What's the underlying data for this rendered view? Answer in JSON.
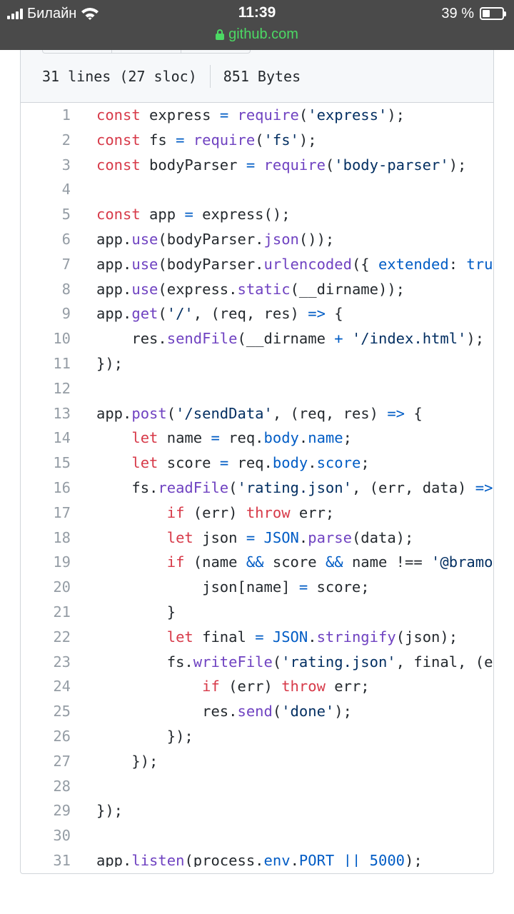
{
  "status_bar": {
    "carrier": "Билайн",
    "time": "11:39",
    "battery_percent": "39 %",
    "battery_level": 0.39
  },
  "url_bar": {
    "domain": "github.com",
    "lock_color": "#4cd964"
  },
  "file_info": {
    "lines": "31 lines (27 sloc)",
    "size": "851 Bytes"
  },
  "colors": {
    "keyword": "#d73a49",
    "function": "#6f42c1",
    "string": "#032f62",
    "constant": "#005cc5",
    "plain": "#24292e",
    "line_number": "#959da5"
  },
  "code_lines": [
    {
      "n": "1",
      "tokens": [
        [
          "k",
          "const"
        ],
        [
          "p",
          " express "
        ],
        [
          "c",
          "="
        ],
        [
          "p",
          " "
        ],
        [
          "f",
          "require"
        ],
        [
          "p",
          "("
        ],
        [
          "s",
          "'express'"
        ],
        [
          "p",
          ");"
        ]
      ]
    },
    {
      "n": "2",
      "tokens": [
        [
          "k",
          "const"
        ],
        [
          "p",
          " fs "
        ],
        [
          "c",
          "="
        ],
        [
          "p",
          " "
        ],
        [
          "f",
          "require"
        ],
        [
          "p",
          "("
        ],
        [
          "s",
          "'fs'"
        ],
        [
          "p",
          ");"
        ]
      ]
    },
    {
      "n": "3",
      "tokens": [
        [
          "k",
          "const"
        ],
        [
          "p",
          " bodyParser "
        ],
        [
          "c",
          "="
        ],
        [
          "p",
          " "
        ],
        [
          "f",
          "require"
        ],
        [
          "p",
          "("
        ],
        [
          "s",
          "'body-parser'"
        ],
        [
          "p",
          ");"
        ]
      ]
    },
    {
      "n": "4",
      "tokens": []
    },
    {
      "n": "5",
      "tokens": [
        [
          "k",
          "const"
        ],
        [
          "p",
          " app "
        ],
        [
          "c",
          "="
        ],
        [
          "p",
          " express();"
        ]
      ]
    },
    {
      "n": "6",
      "tokens": [
        [
          "p",
          "app."
        ],
        [
          "f",
          "use"
        ],
        [
          "p",
          "(bodyParser."
        ],
        [
          "f",
          "json"
        ],
        [
          "p",
          "());"
        ]
      ]
    },
    {
      "n": "7",
      "tokens": [
        [
          "p",
          "app."
        ],
        [
          "f",
          "use"
        ],
        [
          "p",
          "(bodyParser."
        ],
        [
          "f",
          "urlencoded"
        ],
        [
          "p",
          "({ "
        ],
        [
          "c",
          "extended"
        ],
        [
          "p",
          ": "
        ],
        [
          "c",
          "true"
        ],
        [
          "p",
          " }));"
        ]
      ]
    },
    {
      "n": "8",
      "tokens": [
        [
          "p",
          "app."
        ],
        [
          "f",
          "use"
        ],
        [
          "p",
          "(express."
        ],
        [
          "f",
          "static"
        ],
        [
          "p",
          "(__dirname));"
        ]
      ]
    },
    {
      "n": "9",
      "tokens": [
        [
          "p",
          "app."
        ],
        [
          "f",
          "get"
        ],
        [
          "p",
          "("
        ],
        [
          "s",
          "'/'"
        ],
        [
          "p",
          ", (req, res) "
        ],
        [
          "c",
          "=>"
        ],
        [
          "p",
          " {"
        ]
      ]
    },
    {
      "n": "10",
      "tokens": [
        [
          "p",
          "    res."
        ],
        [
          "f",
          "sendFile"
        ],
        [
          "p",
          "(__dirname "
        ],
        [
          "c",
          "+"
        ],
        [
          "p",
          " "
        ],
        [
          "s",
          "'/index.html'"
        ],
        [
          "p",
          ");"
        ]
      ]
    },
    {
      "n": "11",
      "tokens": [
        [
          "p",
          "});"
        ]
      ]
    },
    {
      "n": "12",
      "tokens": []
    },
    {
      "n": "13",
      "tokens": [
        [
          "p",
          "app."
        ],
        [
          "f",
          "post"
        ],
        [
          "p",
          "("
        ],
        [
          "s",
          "'/sendData'"
        ],
        [
          "p",
          ", (req, res) "
        ],
        [
          "c",
          "=>"
        ],
        [
          "p",
          " {"
        ]
      ]
    },
    {
      "n": "14",
      "tokens": [
        [
          "p",
          "    "
        ],
        [
          "k",
          "let"
        ],
        [
          "p",
          " name "
        ],
        [
          "c",
          "="
        ],
        [
          "p",
          " req."
        ],
        [
          "c",
          "body"
        ],
        [
          "p",
          "."
        ],
        [
          "c",
          "name"
        ],
        [
          "p",
          ";"
        ]
      ]
    },
    {
      "n": "15",
      "tokens": [
        [
          "p",
          "    "
        ],
        [
          "k",
          "let"
        ],
        [
          "p",
          " score "
        ],
        [
          "c",
          "="
        ],
        [
          "p",
          " req."
        ],
        [
          "c",
          "body"
        ],
        [
          "p",
          "."
        ],
        [
          "c",
          "score"
        ],
        [
          "p",
          ";"
        ]
      ]
    },
    {
      "n": "16",
      "tokens": [
        [
          "p",
          "    fs."
        ],
        [
          "f",
          "readFile"
        ],
        [
          "p",
          "("
        ],
        [
          "s",
          "'rating.json'"
        ],
        [
          "p",
          ", (err, data) "
        ],
        [
          "c",
          "=>"
        ],
        [
          "p",
          " {"
        ]
      ]
    },
    {
      "n": "17",
      "tokens": [
        [
          "p",
          "        "
        ],
        [
          "k",
          "if"
        ],
        [
          "p",
          " (err) "
        ],
        [
          "k",
          "throw"
        ],
        [
          "p",
          " err;"
        ]
      ]
    },
    {
      "n": "18",
      "tokens": [
        [
          "p",
          "        "
        ],
        [
          "k",
          "let"
        ],
        [
          "p",
          " json "
        ],
        [
          "c",
          "="
        ],
        [
          "p",
          " "
        ],
        [
          "c",
          "JSON"
        ],
        [
          "p",
          "."
        ],
        [
          "f",
          "parse"
        ],
        [
          "p",
          "(data);"
        ]
      ]
    },
    {
      "n": "19",
      "tokens": [
        [
          "p",
          "        "
        ],
        [
          "k",
          "if"
        ],
        [
          "p",
          " (name "
        ],
        [
          "c",
          "&&"
        ],
        [
          "p",
          " score "
        ],
        [
          "c",
          "&&"
        ],
        [
          "p",
          " name !== "
        ],
        [
          "s",
          "'@bramo"
        ]
      ]
    },
    {
      "n": "20",
      "tokens": [
        [
          "p",
          "            json[name] "
        ],
        [
          "c",
          "="
        ],
        [
          "p",
          " score;"
        ]
      ]
    },
    {
      "n": "21",
      "tokens": [
        [
          "p",
          "        }"
        ]
      ]
    },
    {
      "n": "22",
      "tokens": [
        [
          "p",
          "        "
        ],
        [
          "k",
          "let"
        ],
        [
          "p",
          " final "
        ],
        [
          "c",
          "="
        ],
        [
          "p",
          " "
        ],
        [
          "c",
          "JSON"
        ],
        [
          "p",
          "."
        ],
        [
          "f",
          "stringify"
        ],
        [
          "p",
          "(json);"
        ]
      ]
    },
    {
      "n": "23",
      "tokens": [
        [
          "p",
          "        fs."
        ],
        [
          "f",
          "writeFile"
        ],
        [
          "p",
          "("
        ],
        [
          "s",
          "'rating.json'"
        ],
        [
          "p",
          ", final, (e"
        ]
      ]
    },
    {
      "n": "24",
      "tokens": [
        [
          "p",
          "            "
        ],
        [
          "k",
          "if"
        ],
        [
          "p",
          " (err) "
        ],
        [
          "k",
          "throw"
        ],
        [
          "p",
          " err;"
        ]
      ]
    },
    {
      "n": "25",
      "tokens": [
        [
          "p",
          "            res."
        ],
        [
          "f",
          "send"
        ],
        [
          "p",
          "("
        ],
        [
          "s",
          "'done'"
        ],
        [
          "p",
          ");"
        ]
      ]
    },
    {
      "n": "26",
      "tokens": [
        [
          "p",
          "        });"
        ]
      ]
    },
    {
      "n": "27",
      "tokens": [
        [
          "p",
          "    });"
        ]
      ]
    },
    {
      "n": "28",
      "tokens": []
    },
    {
      "n": "29",
      "tokens": [
        [
          "p",
          "});"
        ]
      ]
    },
    {
      "n": "30",
      "tokens": []
    },
    {
      "n": "31",
      "tokens": [
        [
          "p",
          "app."
        ],
        [
          "f",
          "listen"
        ],
        [
          "p",
          "(process."
        ],
        [
          "c",
          "env"
        ],
        [
          "p",
          "."
        ],
        [
          "c",
          "PORT"
        ],
        [
          "p",
          " "
        ],
        [
          "c",
          "||"
        ],
        [
          "p",
          " "
        ],
        [
          "c",
          "5000"
        ],
        [
          "p",
          ");"
        ]
      ]
    }
  ]
}
